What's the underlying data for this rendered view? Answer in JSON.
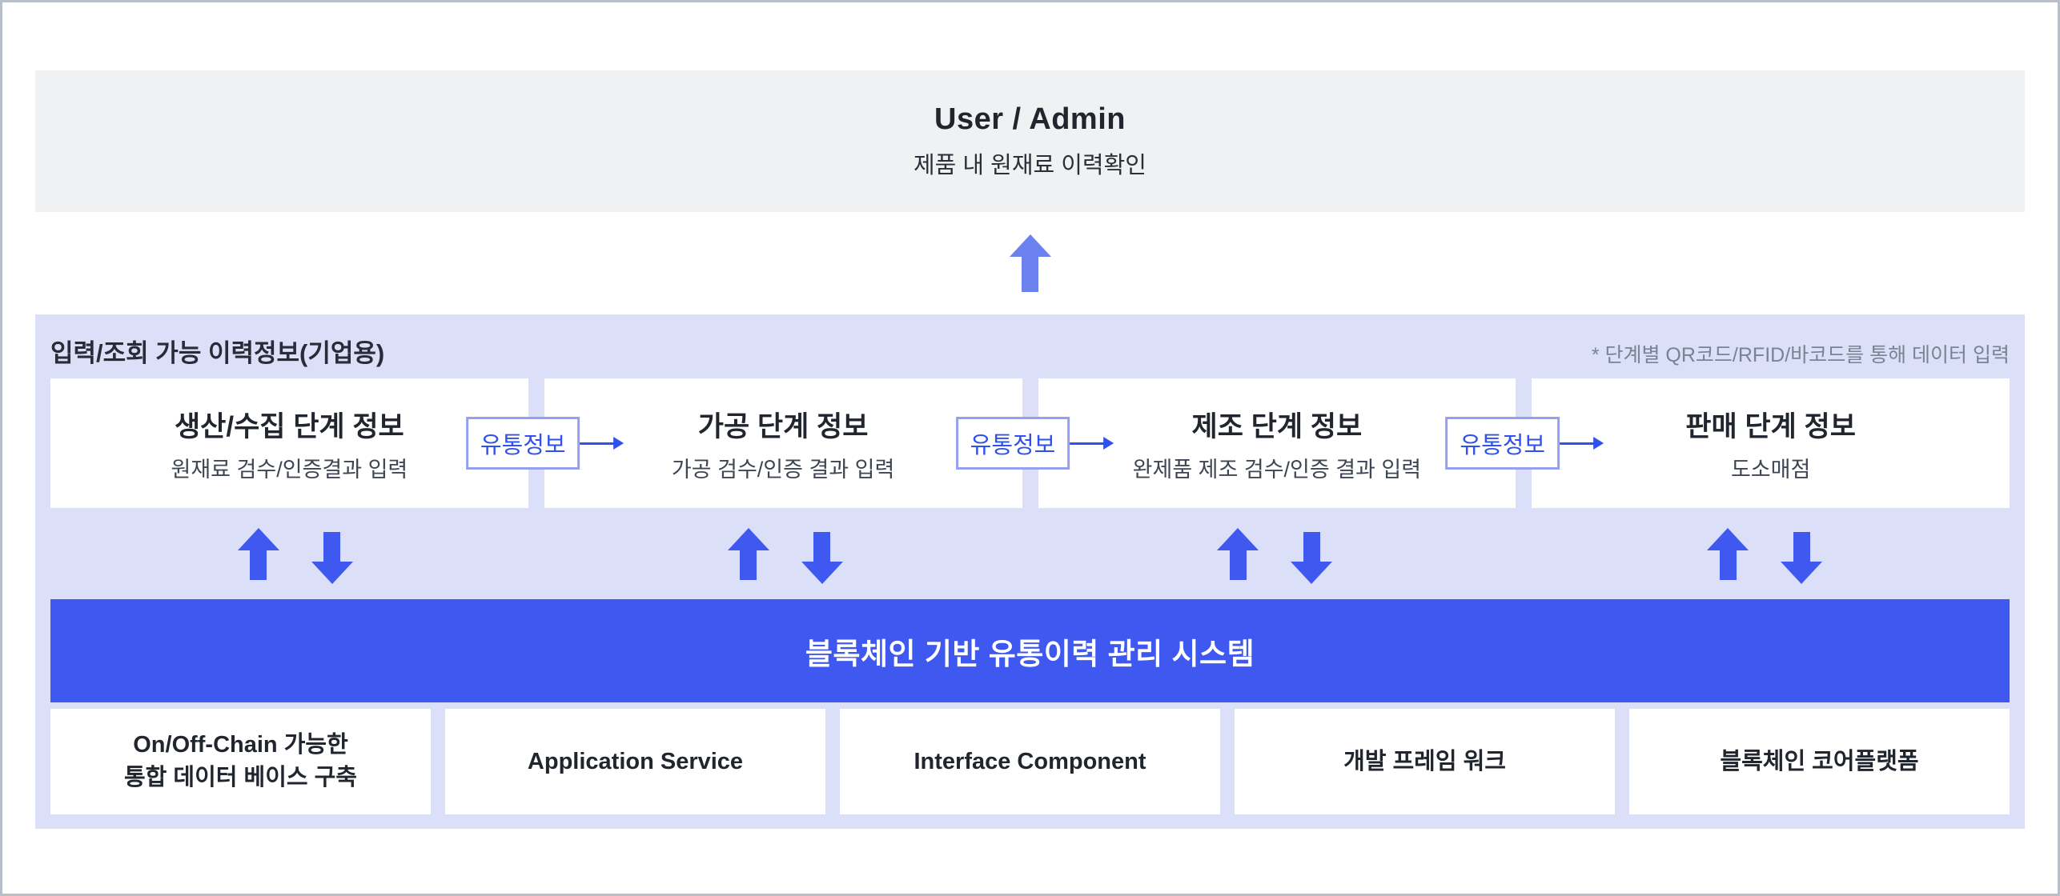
{
  "top_box": {
    "title": "User / Admin",
    "subtitle": "제품 내 원재료 이력확인"
  },
  "container": {
    "title": "입력/조회 가능 이력정보(기업용)",
    "note": "* 단계별 QR코드/RFID/바코드를 통해 데이터 입력",
    "stages": [
      {
        "title": "생산/수집 단계 정보",
        "subtitle": "원재료 검수/인증결과 입력"
      },
      {
        "title": "가공 단계 정보",
        "subtitle": "가공 검수/인증 결과 입력"
      },
      {
        "title": "제조 단계 정보",
        "subtitle": "완제품 제조 검수/인증 결과 입력"
      },
      {
        "title": "판매 단계 정보",
        "subtitle": "도소매점"
      }
    ],
    "flow_badges": [
      {
        "label": "유통정보"
      },
      {
        "label": "유통정보"
      },
      {
        "label": "유통정보"
      }
    ],
    "system_bar": "블록체인 기반 유통이력 관리 시스템",
    "components": [
      "On/Off-Chain 가능한\n통합 데이터 베이스 구축",
      "Application Service",
      "Interface Component",
      "개발 프레임 워크",
      "블록체인 코어플랫폼"
    ]
  },
  "colors": {
    "accent_blue": "#3e58f0",
    "light_arrow_blue": "#6b81ee",
    "badge_blue": "#2f52ef",
    "lavender_panel": "#dbdff8",
    "top_panel_gray": "#f0f1f3"
  }
}
